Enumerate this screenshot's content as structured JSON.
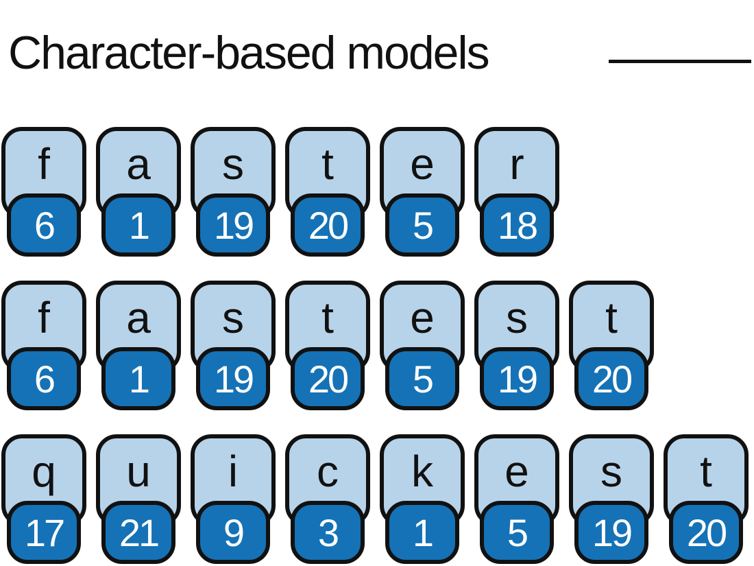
{
  "title": "Character-based models",
  "rows": [
    {
      "word": "faster",
      "tokens": [
        {
          "char": "f",
          "id": "6"
        },
        {
          "char": "a",
          "id": "1"
        },
        {
          "char": "s",
          "id": "19"
        },
        {
          "char": "t",
          "id": "20"
        },
        {
          "char": "e",
          "id": "5"
        },
        {
          "char": "r",
          "id": "18"
        }
      ]
    },
    {
      "word": "fastest",
      "tokens": [
        {
          "char": "f",
          "id": "6"
        },
        {
          "char": "a",
          "id": "1"
        },
        {
          "char": "s",
          "id": "19"
        },
        {
          "char": "t",
          "id": "20"
        },
        {
          "char": "e",
          "id": "5"
        },
        {
          "char": "s",
          "id": "19"
        },
        {
          "char": "t",
          "id": "20"
        }
      ]
    },
    {
      "word": "quickest",
      "tokens": [
        {
          "char": "q",
          "id": "17"
        },
        {
          "char": "u",
          "id": "21"
        },
        {
          "char": "i",
          "id": "9"
        },
        {
          "char": "c",
          "id": "3"
        },
        {
          "char": "k",
          "id": "1"
        },
        {
          "char": "e",
          "id": "5"
        },
        {
          "char": "s",
          "id": "19"
        },
        {
          "char": "t",
          "id": "20"
        }
      ]
    }
  ],
  "colors": {
    "char_box": "#b7d3ea",
    "id_badge": "#1572b6",
    "outline": "#111111"
  }
}
